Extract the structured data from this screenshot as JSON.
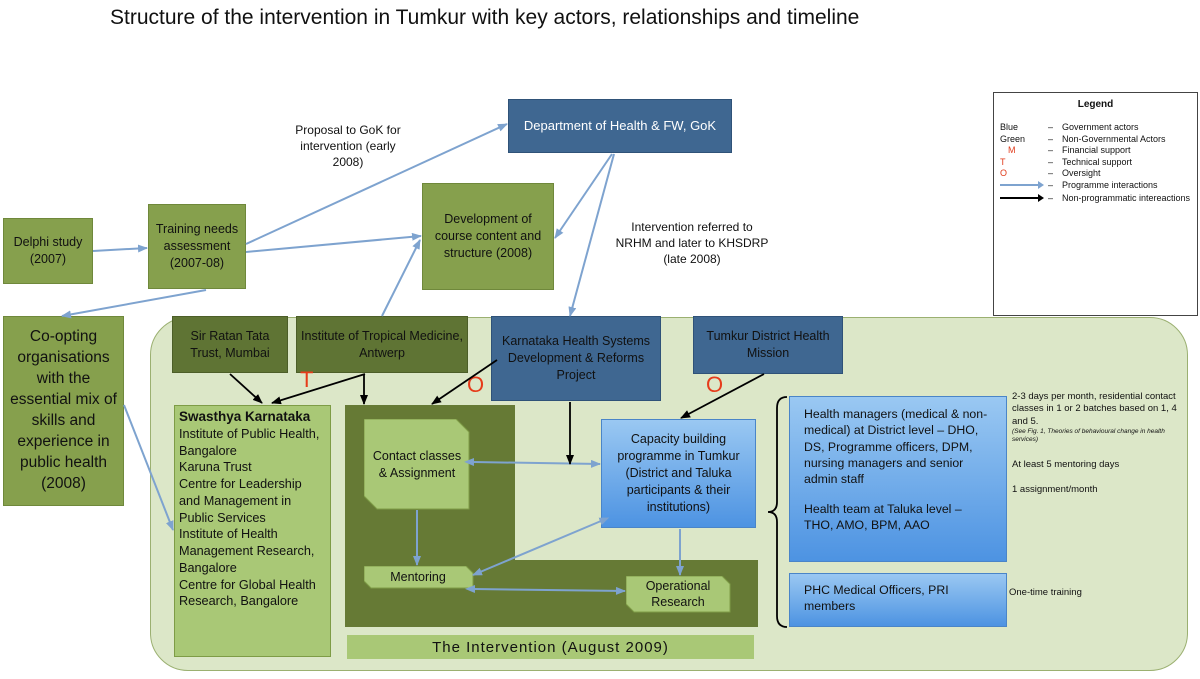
{
  "title": "Structure of the intervention in Tumkur with key actors, relationships and timeline",
  "nodes": {
    "delphi": "Delphi study (2007)",
    "training_needs": "Training needs assessment (2007-08)",
    "dept_health": "Department of Health & FW, GoK",
    "course_dev": "Development of course content and structure (2008)",
    "coopting": "Co-opting organisations with the essential mix of skills and experience in public health (2008)",
    "sir_ratan": "Sir Ratan Tata Trust, Mumbai",
    "itm": "Institute of Tropical Medicine, Antwerp",
    "khsdrp": "Karnataka Health Systems Development & Reforms Project",
    "tumkur_mission": "Tumkur District Health Mission",
    "contact_classes": "Contact classes & Assignment",
    "capacity_building": "Capacity building programme in Tumkur (District and Taluka participants & their institutions)",
    "mentoring": "Mentoring",
    "operational_research": "Operational Research",
    "health_managers": "Health managers (medical & non-medical) at District level – DHO, DS, Programme officers, DPM, nursing managers and senior admin staff",
    "health_team": "Health team at Taluka level – THO, AMO, BPM, AAO",
    "phc_officers": "PHC Medical Officers, PRI members"
  },
  "swasthya": {
    "heading": "Swasthya Karnataka",
    "items": [
      "Institute of Public Health, Bangalore",
      "Karuna Trust",
      "Centre for Leadership and Management in Public Services",
      "Institute of Health Management Research, Bangalore",
      "Centre for Global Health Research, Bangalore"
    ]
  },
  "annotations": {
    "proposal": "Proposal to GoK for intervention (early 2008)",
    "referred": "Intervention referred to NRHM and later to KHSDRP (late 2008)",
    "intervention_banner": "The Intervention (August 2009)",
    "letter_t": "T",
    "letter_o1": "O",
    "letter_o2": "O"
  },
  "side_notes": {
    "residential": "2-3 days per month, residential contact classes in 1 or 2 batches based on 1, 4 and 5.",
    "residential_small": "(See Fig. 1, Theories of behavioural change in health services)",
    "mentoring_days": "At least 5 mentoring days",
    "assignment": "1 assignment/month",
    "one_time": "One-time training"
  },
  "legend": {
    "title": "Legend",
    "rows": [
      {
        "key": "Blue",
        "dash": "–",
        "text": "Government actors"
      },
      {
        "key": "Green",
        "dash": "–",
        "text": "Non-Governmental Actors"
      },
      {
        "key": "M",
        "dash": "–",
        "text": "Financial support"
      },
      {
        "key": "T",
        "dash": "–",
        "text": "Technical support"
      },
      {
        "key": "O",
        "dash": "–",
        "text": "Oversight"
      },
      {
        "key": "",
        "dash": "–",
        "text": "Programme interactions"
      },
      {
        "key": "",
        "dash": "–",
        "text": "Non-programmatic intereactions"
      }
    ]
  },
  "colors": {
    "government": "#3f6791",
    "non_government": "#86a04d",
    "programme_arrow": "#7ea3cf",
    "non_programme_arrow": "#000000",
    "marker_red": "#e63b1a"
  }
}
